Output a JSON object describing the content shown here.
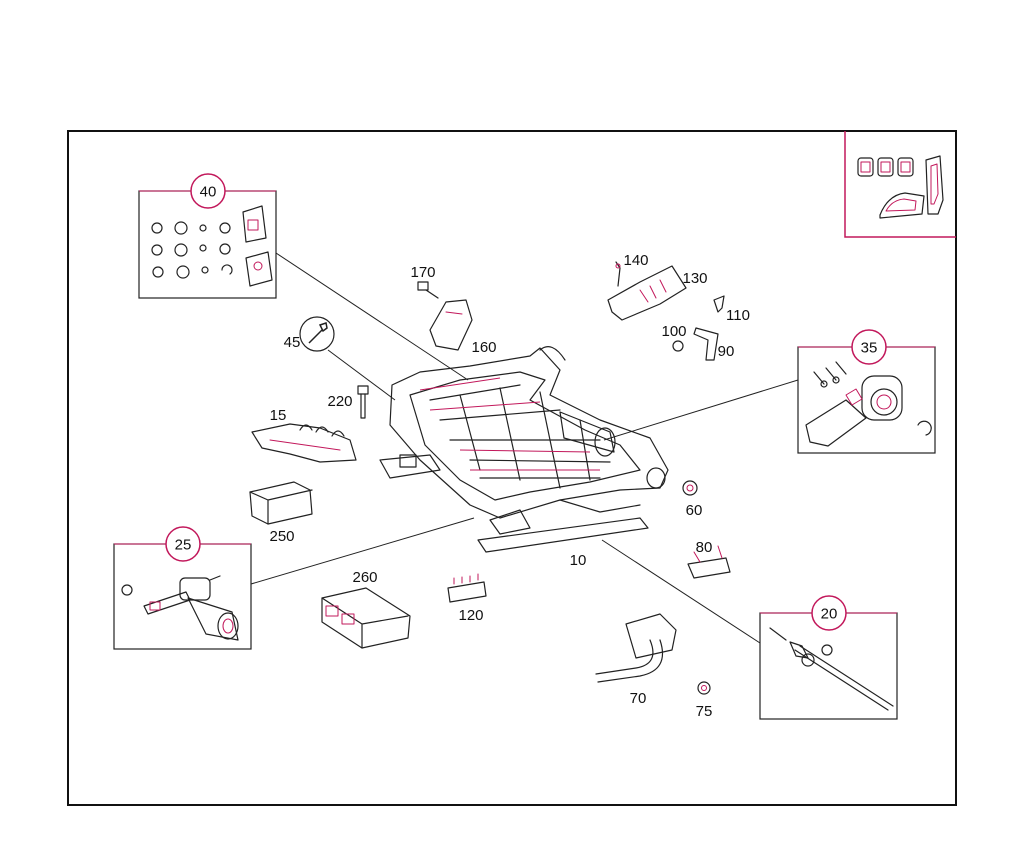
{
  "labels": {
    "l10": "10",
    "l15": "15",
    "l20": "20",
    "l25": "25",
    "l35": "35",
    "l40": "40",
    "l45": "45",
    "l60": "60",
    "l70": "70",
    "l75": "75",
    "l80": "80",
    "l90": "90",
    "l100": "100",
    "l110": "110",
    "l120": "120",
    "l130": "130",
    "l140": "140",
    "l160": "160",
    "l170": "170",
    "l220": "220",
    "l250": "250",
    "l260": "260"
  },
  "colors": {
    "accent": "#c2185b",
    "line": "#222222",
    "background": "#ffffff"
  },
  "icons": {
    "wrench": "wrench-icon",
    "seat_switch": "seat-switch-icon"
  }
}
